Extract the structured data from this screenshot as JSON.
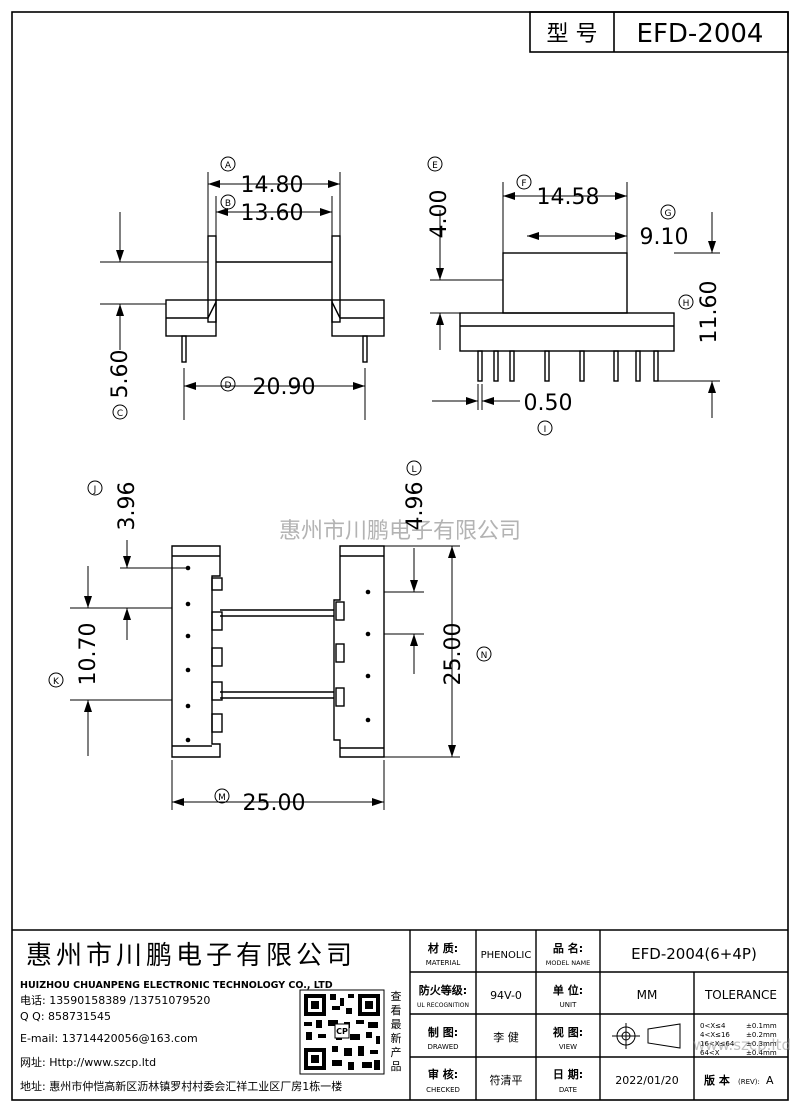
{
  "header": {
    "type_label": "型 号",
    "model": "EFD-2004"
  },
  "dimensions": {
    "A": {
      "label": "A",
      "value": "14.80"
    },
    "B": {
      "label": "B",
      "value": "13.60"
    },
    "C": {
      "label": "C",
      "value": "5.60"
    },
    "D": {
      "label": "D",
      "value": "20.90"
    },
    "E": {
      "label": "E",
      "value": "4.00"
    },
    "F": {
      "label": "F",
      "value": "14.58"
    },
    "G": {
      "label": "G",
      "value": "9.10"
    },
    "H": {
      "label": "H",
      "value": "11.60"
    },
    "I": {
      "label": "I",
      "value": "0.50"
    },
    "J": {
      "label": "J",
      "value": "3.96"
    },
    "K": {
      "label": "K",
      "value": "10.70"
    },
    "L": {
      "label": "L",
      "value": "4.96"
    },
    "M": {
      "label": "M",
      "value": "25.00"
    },
    "N": {
      "label": "N",
      "value": "25.00"
    }
  },
  "watermark": "惠州市川鹏电子有限公司",
  "company": {
    "name_cn": "惠州市川鹏电子有限公司",
    "name_en": "HUIZHOU CHUANPENG ELECTRONIC TECHNOLOGY CO., LTD",
    "phone": "电话: 13590158389  /13751079520",
    "qq": "Q Q:  858731545",
    "email": "E-mail: 13714420056@163.com",
    "website": "网址: Http://www.szcp.ltd",
    "address": "地址: 惠州市仲恺高新区沥林镇罗村村委会汇祥工业区厂房1栋一楼",
    "qr_caption": [
      "查",
      "看",
      "最",
      "新",
      "产",
      "品"
    ]
  },
  "title_block": {
    "material_label_cn": "材 质:",
    "material_label_en": "MATERIAL",
    "material_value": "PHENOLIC",
    "product_label_cn": "品 名:",
    "product_label_en": "MODEL NAME",
    "product_value": "EFD-2004(6+4P)",
    "flame_label_cn": "防火等级:",
    "flame_label_en": "UL RECOGNITION",
    "flame_value": "94V-0",
    "unit_label_cn": "单 位:",
    "unit_label_en": "UNIT",
    "unit_value": "MM",
    "tolerance_label": "TOLERANCE",
    "drawn_label_cn": "制 图:",
    "drawn_label_en": "DRAWED",
    "drawn_value": "李 健",
    "view_label_cn": "视 图:",
    "view_label_en": "VIEW",
    "check_label_cn": "审 核:",
    "check_label_en": "CHECKED",
    "check_value": "符清平",
    "date_label_cn": "日 期:",
    "date_label_en": "DATE",
    "date_value": "2022/01/20",
    "rev_label": "版 本",
    "rev_small": "(REV):",
    "rev_value": "A",
    "tolerance_rows": [
      {
        "range": "0<X≤4",
        "tol": "±0.1mm"
      },
      {
        "range": "4<X≤16",
        "tol": "±0.2mm"
      },
      {
        "range": "16<X≤64",
        "tol": "±0.3mm"
      },
      {
        "range": "64<X",
        "tol": "±0.4mm"
      }
    ],
    "footer_watermark": "www.szcp.ltd"
  }
}
